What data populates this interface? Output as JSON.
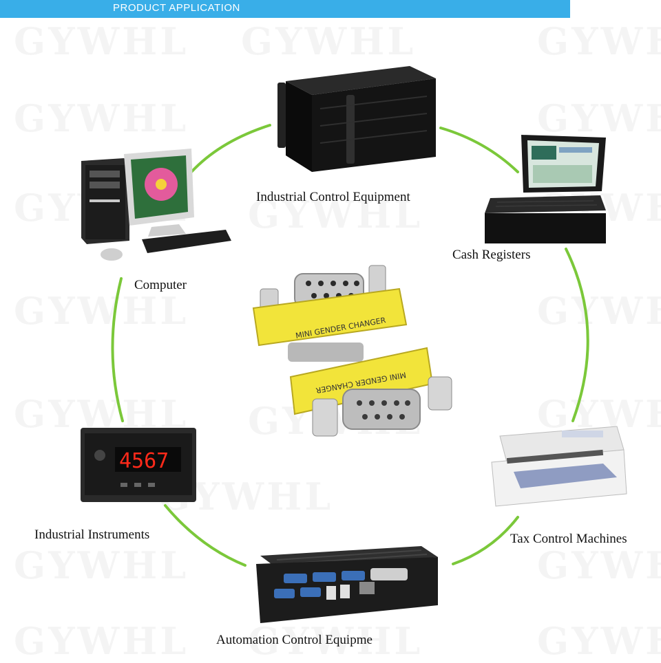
{
  "header": {
    "title": "PRODUCT APPLICATION"
  },
  "watermark": {
    "text": "GYWHL"
  },
  "center": {
    "top_label": "MINI GENDER CHANGER",
    "bottom_label": "MINI GENDER CHANGER"
  },
  "applications": [
    {
      "label": "Industrial Control Equipment"
    },
    {
      "label": "Cash Registers"
    },
    {
      "label": "Tax Control Machines"
    },
    {
      "label": "Automation Control Equipme"
    },
    {
      "label": "Industrial Instruments"
    },
    {
      "label": "Computer"
    }
  ],
  "instrument": {
    "display": "4567"
  },
  "colors": {
    "header": "#39aee8",
    "ring": "#7bc83a",
    "connector_yellow": "#f2e43a"
  }
}
